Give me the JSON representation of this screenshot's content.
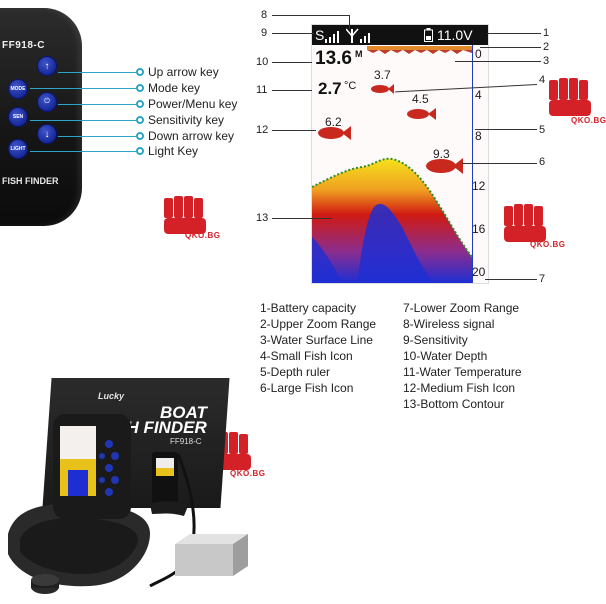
{
  "device": {
    "model": "FF918-C",
    "brand": "FISH FINDER",
    "keys": [
      {
        "glyph": "↑",
        "label": "Up arrow key"
      },
      {
        "glyph": "MODE",
        "label": "Mode key"
      },
      {
        "glyph": "⏻",
        "label": "Power/Menu key"
      },
      {
        "glyph": "SEN",
        "label": "Sensitivity key"
      },
      {
        "glyph": "↓",
        "label": "Down arrow key"
      },
      {
        "glyph": "LIGHT",
        "label": "Light Key"
      }
    ]
  },
  "screen": {
    "battery": "11.0V",
    "signal_glyph": "S",
    "water_depth": "13.6",
    "depth_unit": "M",
    "water_temp": "2.7",
    "temp_unit": "°C",
    "fish": [
      "3.7",
      "4.5",
      "6.2",
      "9.3"
    ],
    "ruler": [
      "0",
      "4",
      "8",
      "12",
      "16",
      "20"
    ]
  },
  "callouts": [
    "1",
    "2",
    "3",
    "4",
    "5",
    "6",
    "7",
    "8",
    "9",
    "10",
    "11",
    "12",
    "13"
  ],
  "legend": {
    "left": [
      "1-Battery capacity",
      "2-Upper Zoom Range",
      "3-Water Surface Line",
      "4-Small Fish Icon",
      "5-Depth ruler",
      "6-Large Fish Icon"
    ],
    "right": [
      "7-Lower Zoom Range",
      "8-Wireless signal",
      "9-Sensitivity",
      "10-Water Depth",
      "11-Water Temperature",
      "12-Medium Fish Icon",
      "13-Bottom Contour"
    ]
  },
  "box": {
    "brand": "Lucky",
    "title_line1": "BOAT",
    "title_line2": "FISH FINDER",
    "model": "FF918-C"
  },
  "watermark": "QKO.BG",
  "colors": {
    "accent": "#2ba5c8",
    "key_blue": "#1f35b0",
    "logo_red": "#d42128",
    "fish_red": "#c8281e",
    "sonar_red": "#d01a12",
    "sonar_yellow": "#f5e11c",
    "sonar_blue": "#1e2ed2"
  }
}
